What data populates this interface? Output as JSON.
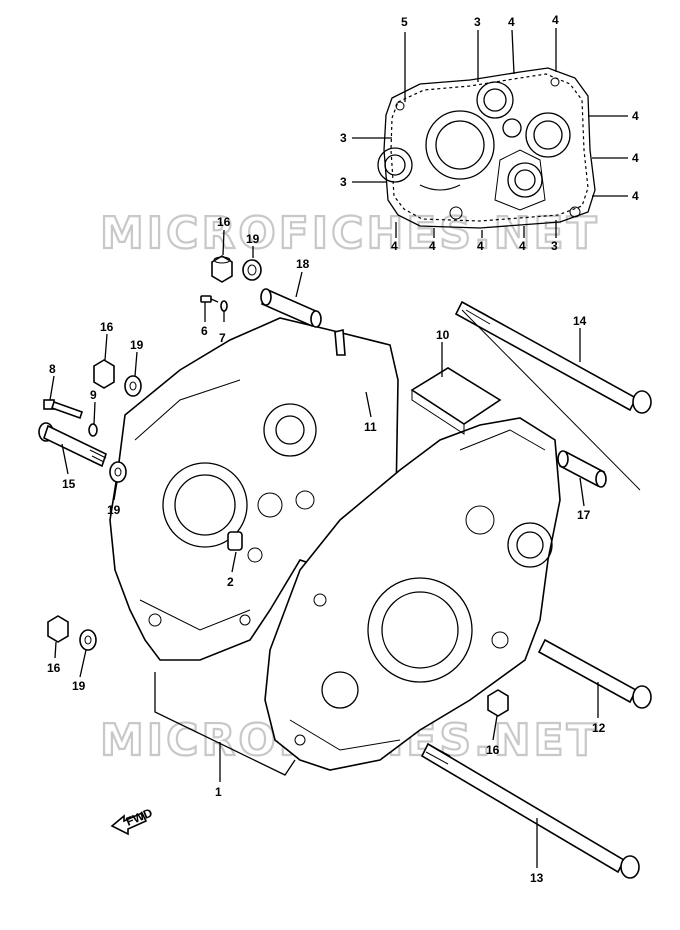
{
  "watermark": "MICROFICHES.NET",
  "direction_arrow_label": "FWD",
  "callouts": {
    "c5_top": "5",
    "c3_top": "3",
    "c4_top_a": "4",
    "c4_top_b": "4",
    "c3_left_a": "3",
    "c3_left_b": "3",
    "c4_right_a": "4",
    "c4_right_b": "4",
    "c4_right_c": "4",
    "c4_bot_a": "4",
    "c4_bot_b": "4",
    "c4_bot_c": "4",
    "c4_bot_d": "4",
    "c3_bot": "3",
    "c16_a": "16",
    "c19_a": "19",
    "c18": "18",
    "c6": "6",
    "c7": "7",
    "c16_b": "16",
    "c19_b": "19",
    "c8": "8",
    "c9": "9",
    "c15": "15",
    "c19_c": "19",
    "c10": "10",
    "c11": "11",
    "c14": "14",
    "c17": "17",
    "c2": "2",
    "c16_c": "16",
    "c19_d": "19",
    "c16_d": "16",
    "c12": "12",
    "c1": "1",
    "c13": "13"
  }
}
